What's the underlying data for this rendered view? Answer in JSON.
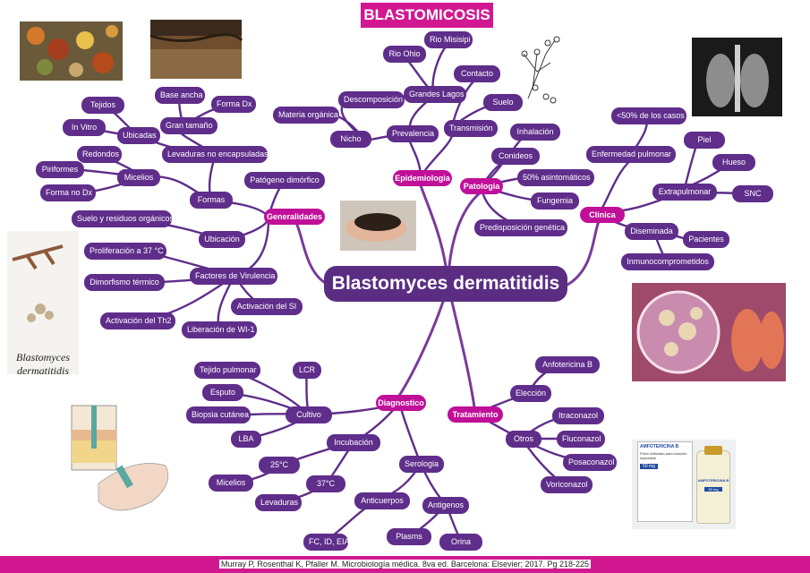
{
  "title": "BLASTOMICOSIS",
  "central": "Blastomyces dermatitidis",
  "caption": "Blastomyces dermatitidis",
  "footer": "Murray P, Rosenthal K, Pfaller M. Microbiología médica. 8va ed. Barcelona: Elsevier; 2017. Pg 218-225",
  "colors": {
    "magenta": "#c00f98",
    "purple": "#5f2d8a",
    "central": "#5a2d82",
    "title_bg": "#d21891"
  },
  "categories": {
    "epidemiologia": "Epidemiologia",
    "patologia": "Patologia",
    "clinica": "Clinica",
    "generalidades": "Generalidades",
    "diagnostico": "Diagnostico",
    "tratamiento": "Tratamiento"
  },
  "epidemiologia": {
    "rio_misisipi": "Rio Misisipi",
    "rio_ohio": "Rio Ohio",
    "grandes_lagos": "Grandes Lagos",
    "contacto": "Contacto",
    "descomposicion": "Descomposición",
    "materia_organica": "Materia orgánica",
    "nicho": "Nicho",
    "prevalencia": "Prevalencia",
    "suelo": "Suelo",
    "transmision": "Transmisión"
  },
  "patologia": {
    "inhalacion": "Inhalación",
    "conidios": "Conideos",
    "asintomaticos": "50% asintomáticos",
    "fungemia": "Fungemia",
    "predisposicion": "Predisposición genética"
  },
  "clinica": {
    "casos": "<50% de los casos",
    "enfermedad_pulmonar": "Enfermedad pulmonar",
    "piel": "Piel",
    "hueso": "Hueso",
    "extrapulmonar": "Extrapulmonar",
    "snc": "SNC",
    "diseminada": "Diseminada",
    "pacientes": "Pacientes",
    "inmunocomprometidos": "Inmunocomprometidos"
  },
  "generalidades": {
    "tejidos": "Tejidos",
    "base_ancha": "Base ancha",
    "forma_dx": "Forma Dx",
    "in_vitro": "In Vitro",
    "ubicadas": "Ubicadas",
    "gran_tamano": "Gran tamaño",
    "levaduras_no_encapsuladas": "Levaduras no encapsuladas",
    "redondos": "Redondos",
    "piriformes": "Piriformes",
    "micelios": "Micelios",
    "forma_no_dx": "Forma no Dx",
    "formas": "Formas",
    "patogeno_dimorfico": "Patógeno dimórfico",
    "suelo_residuos": "Suelo y residuos orgánicos",
    "ubicacion": "Ubicación",
    "proliferacion": "Proliferación a 37 °C",
    "dimorfismo": "Dimorfismo térmico",
    "factores": "Factores de Virulencia",
    "activacion_si": "Activación del SI",
    "activacion_th2": "Activación del Th2",
    "liberacion": "Liberación de WI-1"
  },
  "diagnostico": {
    "tejido_pulmonar": "Tejido pulmonar",
    "lcr": "LCR",
    "esputo": "Esputo",
    "biopsia": "Biopsia cutánea",
    "cultivo": "Cultivo",
    "lba": "LBA",
    "incubacion": "Incubación",
    "temp25": "25°C",
    "temp37": "37°C",
    "micelios": "Micelios",
    "levaduras": "Levaduras",
    "serologia": "Serologia",
    "anticuerpos": "Anticuerpos",
    "antigenos": "Antigenos",
    "fc_id_eia": "FC, ID, EIA",
    "plasma": "Plasms",
    "orina": "Orina"
  },
  "tratamiento": {
    "anfotericina": "Anfotericina B",
    "eleccion": "Elección",
    "itraconazol": "Itraconazol",
    "otros": "Otros",
    "fluconazol": "Fluconazol",
    "posaconazol": "Posaconazol",
    "voriconazol": "Voriconazol"
  },
  "vial": {
    "box_brand": "AMFOTERICINA B",
    "box_sub": "Polvo liofilizado para solución inyectable",
    "box_dose": "50 mg",
    "bottle_brand": "AMFOTERICINA B",
    "bottle_dose": "50 mg"
  }
}
